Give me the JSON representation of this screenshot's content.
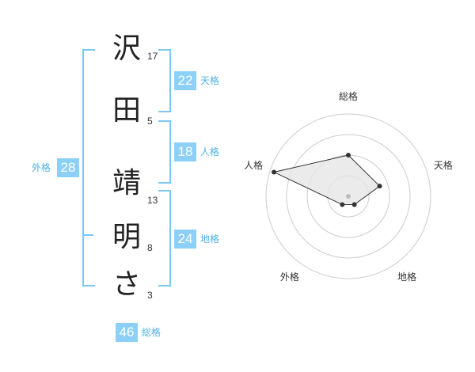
{
  "name": {
    "characters": [
      {
        "char": "沢",
        "strokes": "17"
      },
      {
        "char": "田",
        "strokes": "5"
      },
      {
        "char": "靖",
        "strokes": "13"
      },
      {
        "char": "明",
        "strokes": "8"
      },
      {
        "char": "さ",
        "strokes": "3"
      }
    ]
  },
  "fortunes": {
    "tenkaku": {
      "value": "22",
      "label": "天格"
    },
    "jinkaku": {
      "value": "18",
      "label": "人格"
    },
    "chikaku": {
      "value": "24",
      "label": "地格"
    },
    "gaikaku": {
      "value": "28",
      "label": "外格"
    },
    "soukaku": {
      "value": "46",
      "label": "総格"
    }
  },
  "radar": {
    "axes": [
      "総格",
      "天格",
      "地格",
      "外格",
      "人格"
    ],
    "levels": [
      1,
      0.8,
      0.25,
      0.25,
      1.9
    ],
    "max": 2,
    "colors": {
      "grid": "#cccccc",
      "fill": "#e6e6e6",
      "line": "#333333",
      "center": "#bbbbbb"
    }
  }
}
